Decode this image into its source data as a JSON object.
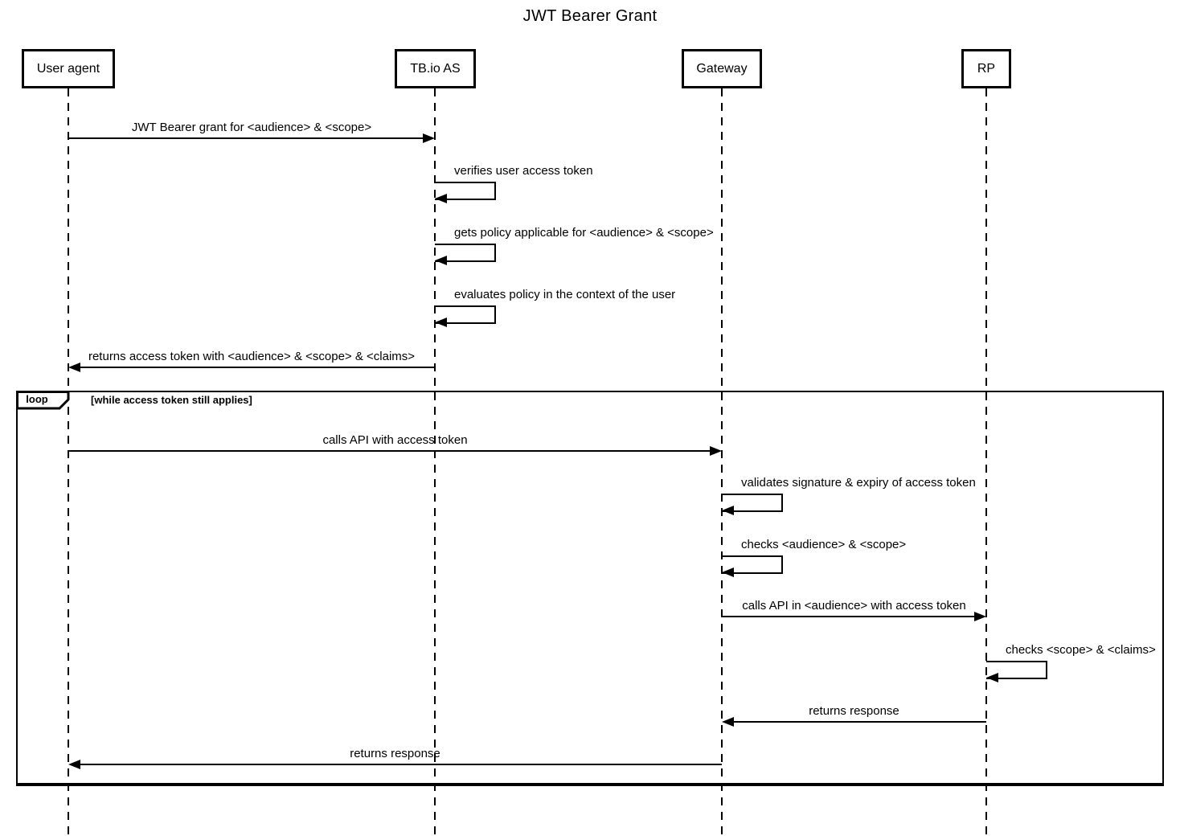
{
  "title": "JWT Bearer Grant",
  "participants": [
    {
      "name": "User agent"
    },
    {
      "name": "TB.io AS"
    },
    {
      "name": "Gateway"
    },
    {
      "name": "RP"
    }
  ],
  "loop_frame": {
    "label": "loop",
    "condition": "[while access token still applies]"
  },
  "messages": [
    {
      "from": "User agent",
      "to": "TB.io AS",
      "type": "solid",
      "label": "JWT Bearer grant for <audience> & <scope>"
    },
    {
      "from": "TB.io AS",
      "to": "TB.io AS",
      "type": "self",
      "label": "verifies user access token"
    },
    {
      "from": "TB.io AS",
      "to": "TB.io AS",
      "type": "self",
      "label": "gets policy applicable for <audience> & <scope>"
    },
    {
      "from": "TB.io AS",
      "to": "TB.io AS",
      "type": "self",
      "label": "evaluates policy in the context of the user"
    },
    {
      "from": "TB.io AS",
      "to": "User agent",
      "type": "solid",
      "label": "returns access token with <audience> & <scope> & <claims>"
    },
    {
      "from": "User agent",
      "to": "Gateway",
      "type": "solid",
      "label": "calls API with access token",
      "in_loop": true
    },
    {
      "from": "Gateway",
      "to": "Gateway",
      "type": "self",
      "label": "validates signature & expiry of access token",
      "in_loop": true
    },
    {
      "from": "Gateway",
      "to": "Gateway",
      "type": "self",
      "label": "checks <audience> & <scope>",
      "in_loop": true
    },
    {
      "from": "Gateway",
      "to": "RP",
      "type": "solid",
      "label": "calls API in <audience> with access token",
      "in_loop": true
    },
    {
      "from": "RP",
      "to": "RP",
      "type": "self",
      "label": "checks <scope> & <claims>",
      "in_loop": true
    },
    {
      "from": "RP",
      "to": "Gateway",
      "type": "solid",
      "label": "returns response",
      "in_loop": true
    },
    {
      "from": "Gateway",
      "to": "User agent",
      "type": "solid",
      "label": "returns response",
      "in_loop": true
    }
  ],
  "colors": {
    "line": "#000000",
    "background": "#ffffff",
    "text": "#000000"
  }
}
